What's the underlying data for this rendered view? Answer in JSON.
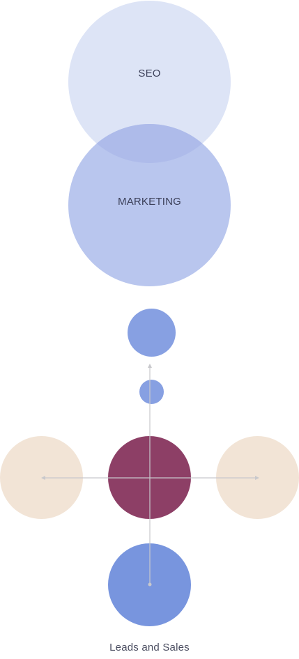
{
  "labels": {
    "seo": "SEO",
    "marketing": "MARKETING",
    "caption": "Leads and Sales"
  },
  "colors": {
    "seo": "#dde4f6",
    "marketing": "#b9c6ee",
    "overlap": "#aebbea",
    "blue_small": "#87a0e2",
    "blue_bottom": "#7895de",
    "beige": "#f2e4d6",
    "plum": "#8d3f66",
    "arrow": "#c8c8cc"
  }
}
